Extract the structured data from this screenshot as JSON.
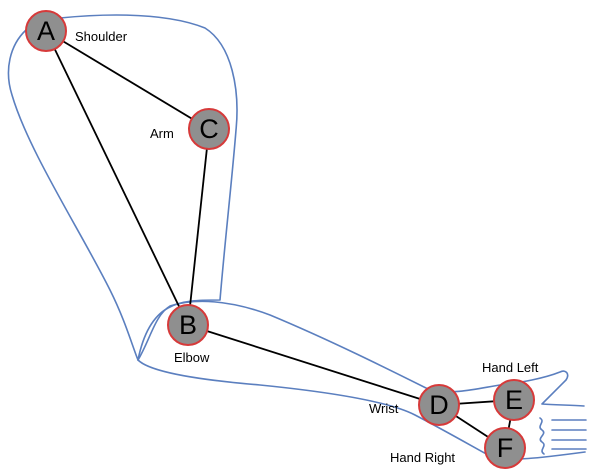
{
  "diagram": {
    "colors": {
      "outline": "#5b7fbf",
      "node_fill": "#8f8f8f",
      "node_stroke": "#d63a3a",
      "edge": "#000000"
    },
    "nodes": {
      "A": {
        "letter": "A",
        "label": "Shoulder"
      },
      "B": {
        "letter": "B",
        "label": "Elbow"
      },
      "C": {
        "letter": "C",
        "label": "Arm"
      },
      "D": {
        "letter": "D",
        "label": "Wrist"
      },
      "E": {
        "letter": "E",
        "label": "Hand Left"
      },
      "F": {
        "letter": "F",
        "label": "Hand Right"
      }
    },
    "edges": [
      [
        "A",
        "C"
      ],
      [
        "A",
        "B"
      ],
      [
        "C",
        "B"
      ],
      [
        "B",
        "D"
      ],
      [
        "D",
        "E"
      ],
      [
        "D",
        "F"
      ],
      [
        "E",
        "F"
      ]
    ]
  }
}
